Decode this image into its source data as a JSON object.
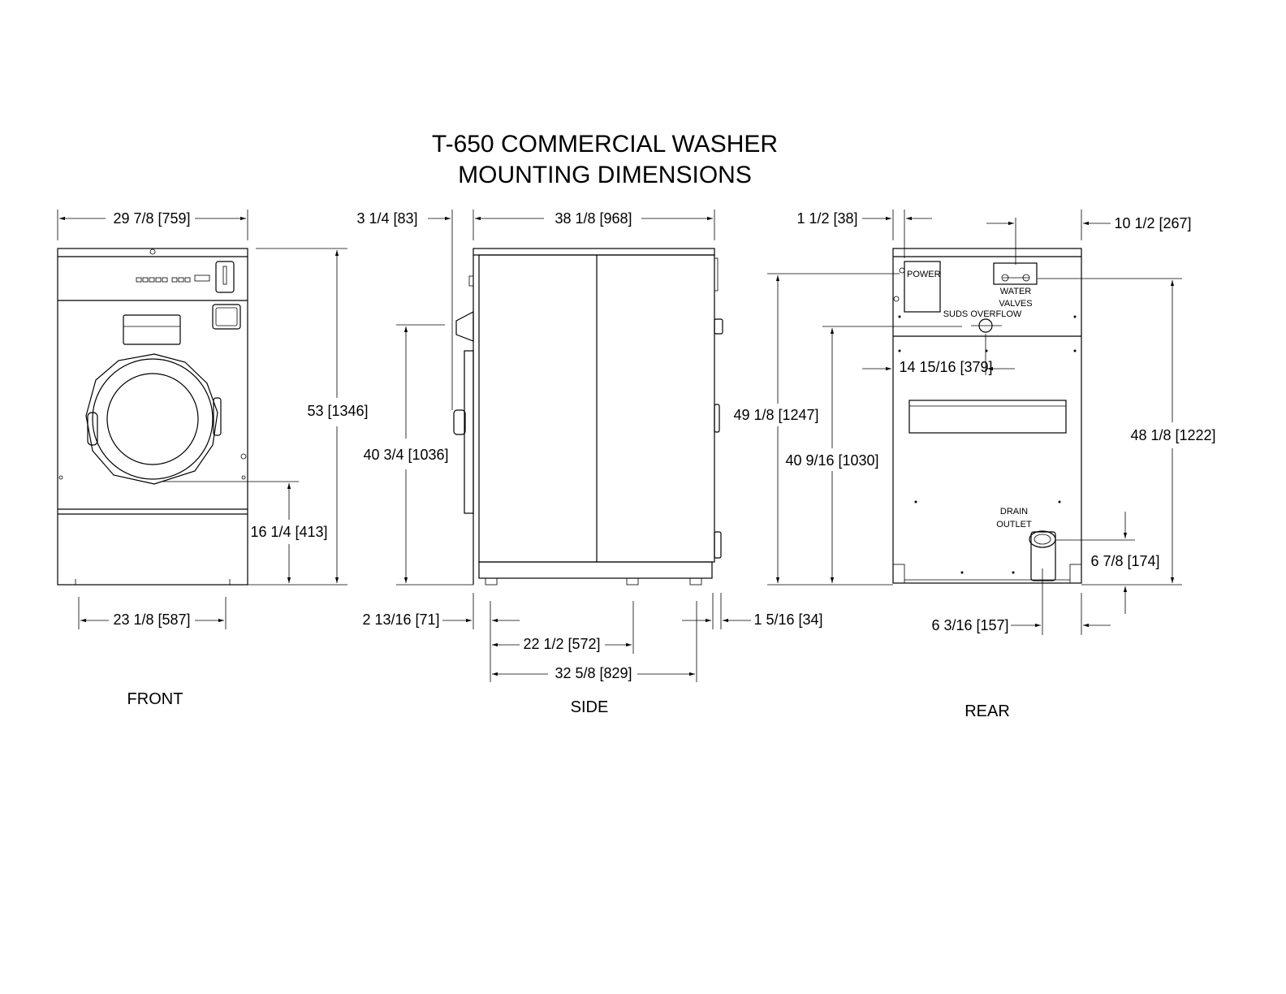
{
  "title": {
    "line1": "T-650 COMMERCIAL WASHER",
    "line2": "MOUNTING DIMENSIONS"
  },
  "views": {
    "front": "FRONT",
    "side": "SIDE",
    "rear": "REAR"
  },
  "front_dims": {
    "width": "29 7/8 [759]",
    "height": "53 [1346]",
    "door_height": "16 1/4 [413]",
    "foot_spacing": "23 1/8 [587]"
  },
  "side_dims": {
    "front_offset": "3 1/4 [83]",
    "depth": "38 1/8 [968]",
    "handle_height": "40 3/4 [1036]",
    "front_foot_offset": "2 13/16 [71]",
    "rear_offset": "1 5/16 [34]",
    "foot_spacing_inner": "22 1/2 [572]",
    "foot_spacing_outer": "32 5/8 [829]"
  },
  "rear_dims": {
    "power_offset": "1 1/2 [38]",
    "side_offset": "10 1/2 [267]",
    "power_height": "49 1/8 [1247]",
    "suds_height": "40 9/16 [1030]",
    "suds_offset": "14 15/16 [379]",
    "valves_height": "48 1/8 [1222]",
    "drain_height": "6 7/8 [174]",
    "drain_offset": "6 3/16 [157]"
  },
  "rear_labels": {
    "power": "POWER",
    "water": "WATER",
    "valves": "VALVES",
    "suds": "SUDS OVERFLOW",
    "drain": "DRAIN",
    "outlet": "OUTLET"
  }
}
